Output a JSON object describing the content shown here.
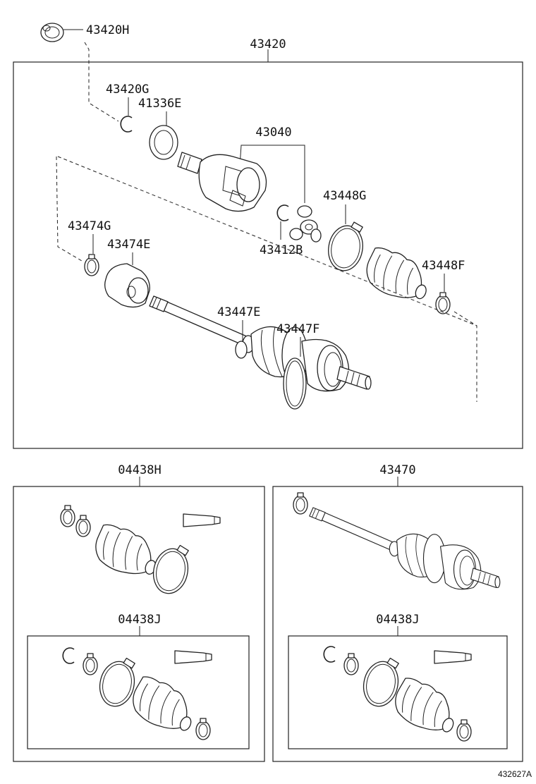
{
  "diagram": {
    "labels": {
      "h43420H": "43420H",
      "h43420": "43420",
      "h43420G": "43420G",
      "h41336E": "41336E",
      "h43040": "43040",
      "h43448G": "43448G",
      "h43474G": "43474G",
      "h43474E": "43474E",
      "h43412B": "43412B",
      "h43448F": "43448F",
      "h43447E": "43447E",
      "h43447F": "43447F",
      "h04438H": "04438H",
      "h43470": "43470",
      "h04438J_left": "04438J",
      "h04438J_right": "04438J"
    },
    "reference_code": "432627A"
  }
}
